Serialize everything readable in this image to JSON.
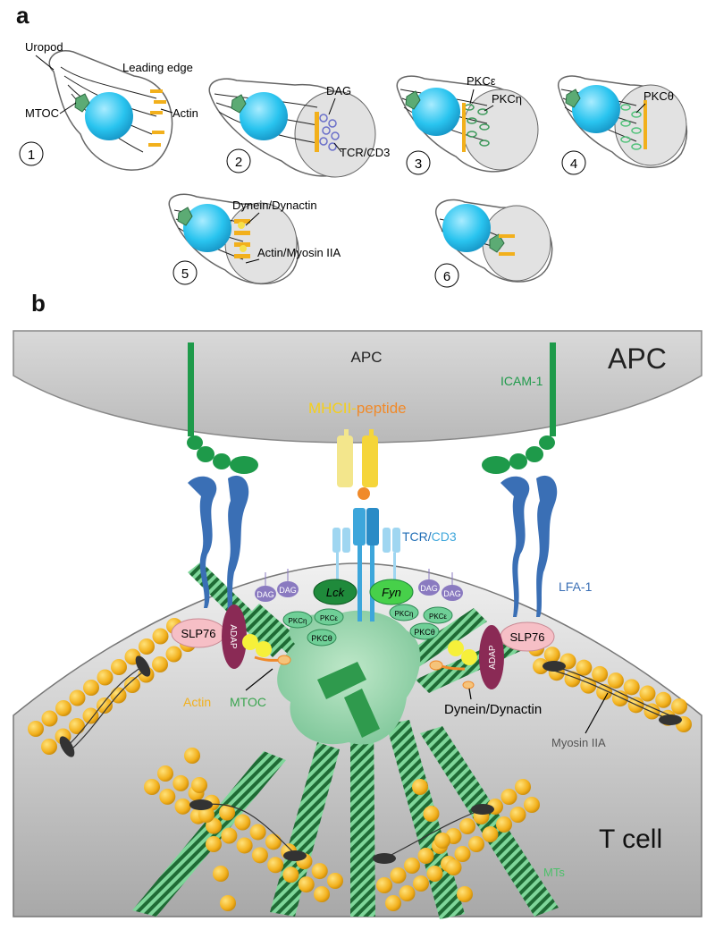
{
  "panel_a": {
    "letter": "a",
    "labels": {
      "uropod": "Uropod",
      "leading_edge": "Leading edge",
      "mtoc": "MTOC",
      "actin": "Actin",
      "dag": "DAG",
      "tcr_cd3": "TCR/CD3",
      "pkc_epsilon": "PKCε",
      "pkc_eta": "PKCη",
      "pkc_theta": "PKCθ",
      "dynein_dynactin": "Dynein/Dynactin",
      "actin_myosin": "Actin/Myosin IIA"
    },
    "steps": [
      "1",
      "2",
      "3",
      "4",
      "5",
      "6"
    ]
  },
  "panel_b": {
    "letter": "b",
    "apc_center": "APC",
    "apc_corner": "APC",
    "icam1": "ICAM-1",
    "mhcii": "MHCII-",
    "peptide": "peptide",
    "tcr": "TCR/",
    "cd3": "CD3",
    "lfa1": "LFA-1",
    "slp76": "SLP76",
    "adap": "ADAP",
    "lck": "Lck",
    "fyn": "Fyn",
    "dag": "DAG",
    "pkc_eta": "PKCη",
    "pkc_epsilon": "PKCε",
    "pkc_theta": "PKCθ",
    "actin": "Actin",
    "mtoc": "MTOC",
    "dynein_dynactin": "Dynein/Dynactin",
    "myosin": "Myosin IIA",
    "tcell": "T cell",
    "mts": "MTs"
  },
  "colors": {
    "nucleus": "#29c4ef",
    "actin": "#f2b01c",
    "microtubule": "#2f9a4d",
    "apc_gray": "#c8c8c8",
    "lfa1_blue": "#3a6fb5",
    "icam_green": "#1e9a4a",
    "mhc_yellow": "#f5d53a",
    "peptide_orange": "#f08a2a",
    "tcr_blue": "#3da6db",
    "adap_maroon": "#8a2a55",
    "slp76_pink": "#f6bfc6",
    "dag_purple": "#8a7ac0",
    "pkc_green": "#6fcf97",
    "lck_green": "#1f8a3b",
    "fyn_green": "#47d04a"
  }
}
